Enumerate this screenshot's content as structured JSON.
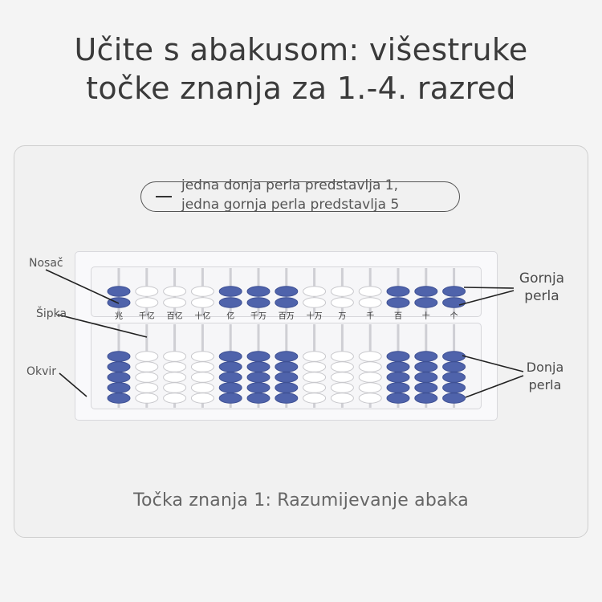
{
  "title": {
    "line1": "Učite s abakusom: višestruke",
    "line2": "točke znanja za 1.-4. razred"
  },
  "legend_text": {
    "line1": "jedna donja perla predstavlja 1,",
    "line2": "jedna gornja perla predstavlja 5"
  },
  "labels": {
    "nosac": "Nosač",
    "sipka": "Šipka",
    "okvir": "Okvir",
    "gornja_line1": "Gornja",
    "gornja_line2": "perla",
    "donja_line1": "Donja",
    "donja_line2": "perla"
  },
  "rod_labels": [
    "兆",
    "千亿",
    "百亿",
    "十亿",
    "亿",
    "千万",
    "百万",
    "十万",
    "万",
    "千",
    "百",
    "十",
    "个"
  ],
  "rod_colors": [
    "blue",
    "white",
    "white",
    "white",
    "blue",
    "blue",
    "blue",
    "white",
    "white",
    "white",
    "blue",
    "blue",
    "blue"
  ],
  "colors": {
    "blue_bead": "#4f63ab",
    "white_bead": "#ffffff",
    "bead_outline": "#c8c8cc"
  },
  "caption": "Točka znanja 1: Razumijevanje abaka"
}
